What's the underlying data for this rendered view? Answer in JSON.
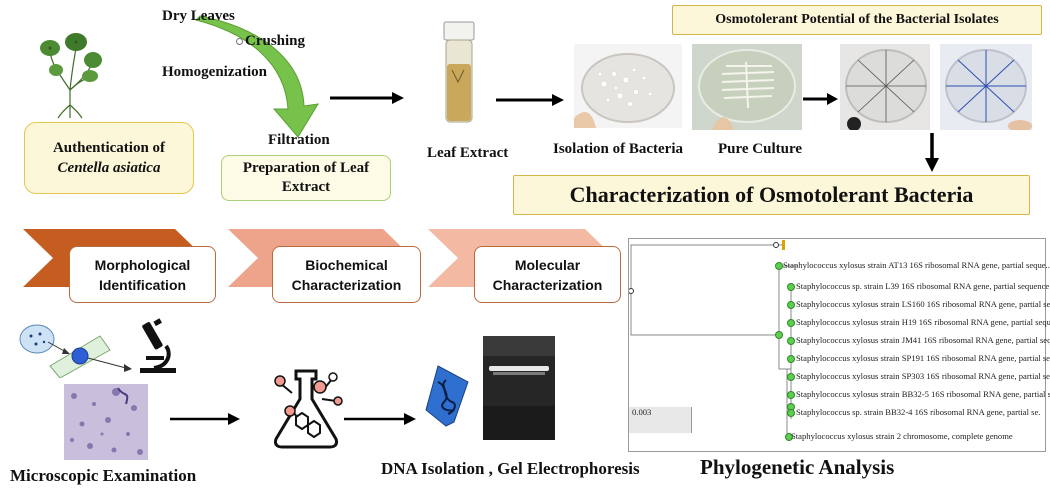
{
  "top": {
    "step_dry_leaves": "Dry Leaves",
    "step_crushing": "Crushing",
    "step_homogenization": "Homogenization",
    "step_filtration": "Filtration",
    "authentication_line1": "Authentication of",
    "authentication_line2": "Centella asiatica",
    "preparation_label": "Preparation of Leaf Extract",
    "leaf_extract_label": "Leaf Extract",
    "isolation_label": "Isolation of Bacteria",
    "pure_culture_label": "Pure Culture",
    "osmotolerant_potential_title": "Osmotolerant Potential of the Bacterial Isolates",
    "characterization_title": "Characterization of Osmotolerant Bacteria"
  },
  "methods": [
    {
      "label": "Morphological Identification"
    },
    {
      "label": "Biochemical Characterization"
    },
    {
      "label": "Molecular Characterization"
    }
  ],
  "bottom": {
    "microscopic_label": "Microscopic Examination",
    "dna_label": "DNA Isolation , Gel Electrophoresis",
    "phylo_label": "Phylogenetic Analysis"
  },
  "tree": {
    "scale_label": "0.003",
    "leaves": [
      "Staphylococcus xylosus strain AT13 16S ribosomal RNA gene, partial seque...",
      "Staphylococcus sp. strain L39 16S ribosomal RNA gene, partial sequence",
      "Staphylococcus xylosus strain LS160 16S ribosomal RNA gene, partial se.",
      "Staphylococcus xylosus strain H19 16S ribosomal RNA gene, partial sequ",
      "Staphylococcus xylosus strain JM41 16S ribosomal RNA gene, partial seq",
      "Staphylococcus xylosus strain SP191 16S ribosomal RNA gene, partial se.",
      "Staphylococcus xylosus strain SP303 16S ribosomal RNA gene, partial se.",
      "Staphylococcus xylosus strain BB32-5 16S ribosomal RNA gene, partial seque.",
      "Staphylococcus sp. strain BB32-4 16S ribosomal RNA gene, partial se.",
      "Staphylococcus xylosus strain 2 chromosome, complete genome"
    ]
  }
}
